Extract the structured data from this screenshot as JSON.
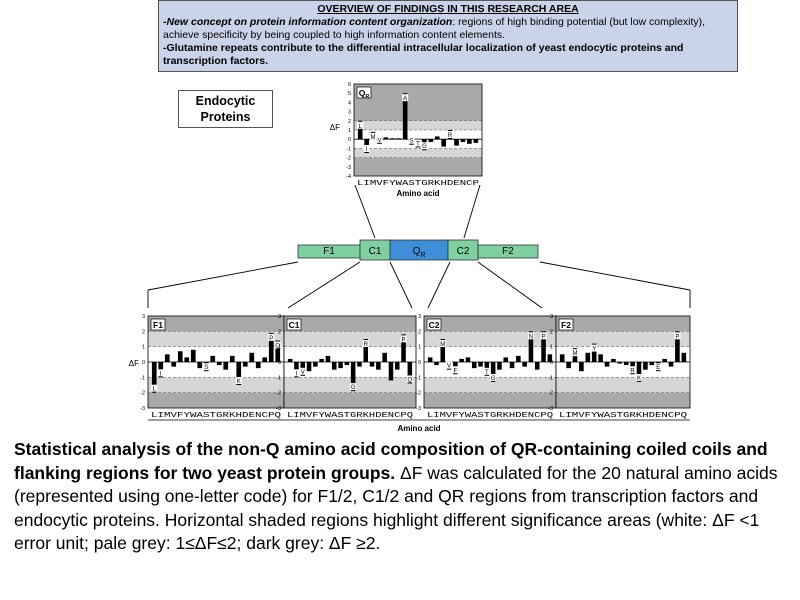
{
  "overview": {
    "title": "OVERVIEW OF FINDINGS IN THIS RESEARCH AREA",
    "bullet1_lead": "-New concept on protein information content organization",
    "bullet1_rest": ": regions of high binding potential (but low complexity), achieve specificity by being coupled to high information content elements.",
    "bullet2": "-Glutamine repeats contribute to the differential intracellular localization of yeast endocytic proteins and transcription factors."
  },
  "box_label": "Endocytic Proteins",
  "domain_bar": {
    "segments": [
      "F1",
      "C1",
      "QR",
      "C2",
      "F2"
    ],
    "colors": {
      "flank": "#7fd0a0",
      "qr": "#3e8ed8"
    }
  },
  "axis": {
    "y_label": "ΔF",
    "x_label": "Amino acid",
    "letters": "LIMVFYWASTGRKHDENCPQ",
    "qr_letters": "LIMVFYWASTGRKHDENCP"
  },
  "chart_data": [
    {
      "type": "bar",
      "panel": "QR",
      "ylim": [
        -4,
        6
      ],
      "yticks": [
        -4,
        -3,
        -2,
        -1,
        0,
        1,
        2,
        3,
        4,
        5,
        6
      ],
      "categories": [
        "L",
        "I",
        "M",
        "V",
        "F",
        "Y",
        "W",
        "A",
        "S",
        "T",
        "G",
        "R",
        "K",
        "H",
        "D",
        "E",
        "N",
        "C",
        "P"
      ],
      "values": [
        2,
        -1.5,
        0.8,
        -0.5,
        0.2,
        0.1,
        0.1,
        5,
        -0.6,
        -0.9,
        -1.2,
        -0.3,
        0.3,
        -0.8,
        1,
        -0.7,
        -0.3,
        -0.5,
        -0.4
      ],
      "labels": [
        "L",
        "I",
        "M",
        "V",
        "",
        "",
        "",
        "A",
        "S",
        "T",
        "G",
        "",
        "",
        "",
        "R",
        "",
        "",
        "",
        ""
      ]
    },
    {
      "type": "bar",
      "panel": "F1",
      "ylim": [
        -3,
        3
      ],
      "yticks": [
        -3,
        -2,
        -1,
        0,
        1,
        2,
        3
      ],
      "categories": [
        "L",
        "I",
        "M",
        "V",
        "F",
        "Y",
        "W",
        "A",
        "S",
        "T",
        "G",
        "R",
        "K",
        "H",
        "D",
        "E",
        "N",
        "C",
        "P",
        "Q"
      ],
      "values": [
        -2,
        -1,
        0.5,
        -0.3,
        0.7,
        0.3,
        0.8,
        -0.4,
        -0.6,
        0.4,
        -0.2,
        -0.5,
        0.4,
        -1.5,
        -0.3,
        0.6,
        -0.4,
        0.3,
        1.9,
        1.4
      ],
      "labels": [
        "L",
        "I",
        "",
        "",
        "",
        "",
        "",
        "",
        "S",
        "",
        "",
        "",
        "",
        "K",
        "",
        "",
        "",
        "",
        "P",
        "Q"
      ]
    },
    {
      "type": "bar",
      "panel": "C1",
      "ylim": [
        -3,
        3
      ],
      "yticks": [
        -3,
        -2,
        -1,
        0,
        1,
        2,
        3
      ],
      "categories": [
        "L",
        "I",
        "M",
        "V",
        "F",
        "Y",
        "W",
        "A",
        "S",
        "T",
        "G",
        "R",
        "K",
        "H",
        "D",
        "E",
        "N",
        "C",
        "P",
        "Q"
      ],
      "values": [
        0.2,
        -1,
        -0.9,
        -0.6,
        -0.3,
        0.2,
        0.4,
        -0.5,
        -0.4,
        -0.2,
        -1.9,
        -0.3,
        1.5,
        -0.3,
        -0.5,
        0.6,
        -1.2,
        -0.5,
        1.8,
        -1.4
      ],
      "labels": [
        "",
        "I",
        "V",
        "",
        "",
        "",
        "",
        "",
        "",
        "",
        "G",
        "",
        "R",
        "",
        "",
        "",
        "",
        "",
        "P",
        "Q"
      ]
    },
    {
      "type": "bar",
      "panel": "C2",
      "ylim": [
        -3,
        3
      ],
      "yticks": [
        -3,
        -2,
        -1,
        0,
        1,
        2,
        3
      ],
      "categories": [
        "L",
        "I",
        "M",
        "V",
        "F",
        "Y",
        "W",
        "A",
        "S",
        "T",
        "G",
        "R",
        "K",
        "H",
        "D",
        "E",
        "N",
        "C",
        "P",
        "Q"
      ],
      "values": [
        0.3,
        -0.2,
        1.5,
        -0.5,
        -0.8,
        0.2,
        0.3,
        -0.4,
        -0.3,
        -0.9,
        -1.3,
        -0.5,
        0.3,
        -0.4,
        0.4,
        -0.3,
        2.0,
        -0.5,
        2.0,
        0.5
      ],
      "labels": [
        "",
        "",
        "M",
        "V",
        "F",
        "",
        "",
        "",
        "",
        "T",
        "G",
        "",
        "",
        "",
        "",
        "",
        "N",
        "",
        "P",
        ""
      ]
    },
    {
      "type": "bar",
      "panel": "F2",
      "ylim": [
        -3,
        3
      ],
      "yticks": [
        -3,
        -2,
        -1,
        0,
        1,
        2,
        3
      ],
      "categories": [
        "L",
        "I",
        "M",
        "V",
        "F",
        "Y",
        "W",
        "A",
        "S",
        "T",
        "G",
        "R",
        "K",
        "H",
        "D",
        "E",
        "N",
        "C",
        "P",
        "Q"
      ],
      "values": [
        0.5,
        -0.4,
        0.9,
        -0.6,
        0.6,
        1.2,
        0.5,
        -0.3,
        0.2,
        -0.1,
        -0.2,
        -0.8,
        -1.3,
        -0.5,
        -0.2,
        -0.6,
        0.2,
        -0.3,
        2.0,
        0.6
      ],
      "labels": [
        "",
        "",
        "M",
        "",
        "",
        "Y",
        "",
        "",
        "",
        "",
        "",
        "R",
        "K",
        "",
        "",
        "E",
        "",
        "",
        "P",
        ""
      ]
    }
  ],
  "caption": {
    "bold": "Statistical analysis of the non-Q amino acid composition of QR-containing coiled coils and flanking regions for two yeast protein groups.",
    "rest": " ΔF was calculated for the 20 natural amino acids (represented using one-letter code) for F1/2, C1/2 and QR regions from transcription factors and endocytic proteins. Horizontal shaded regions highlight different significance areas (white: ΔF <1 error unit; pale grey: 1≤ΔF≤2; dark grey: ΔF ≥2."
  }
}
